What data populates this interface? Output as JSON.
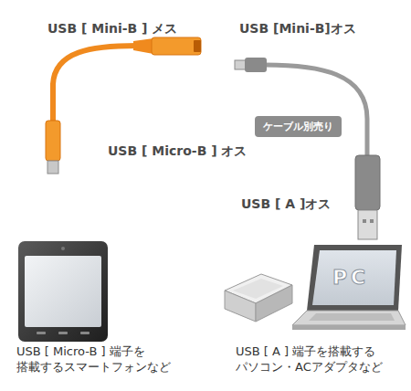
{
  "diagram": {
    "nodes": [
      {
        "text": [
          "ケーブル別売り"
        ]
      }
    ],
    "labels": [
      "USB [ Mini-B ] メス",
      "USB [Mini-B]オス",
      "USB [ Micro-B ] オス",
      "USB [ A ]オス",
      "PC",
      "USB [ Micro-B ] 端子を 搭載するスマートフォンなど",
      "USB [ A ] 端子を搭載する パソコン・ACアダプタなど"
    ]
  }
}
